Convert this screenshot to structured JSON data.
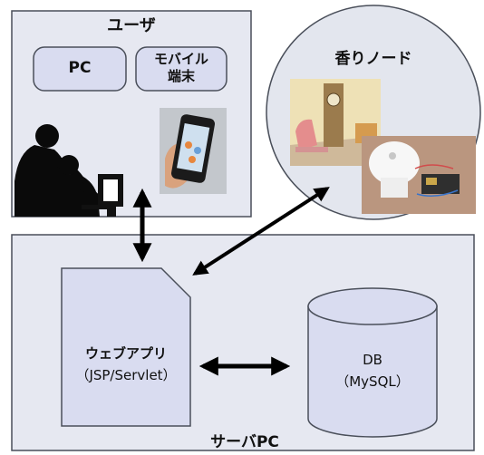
{
  "user": {
    "title": "ユーザ",
    "pc_label": "PC",
    "mobile_label_line1": "モバイル",
    "mobile_label_line2": "端末"
  },
  "aroma_node": {
    "title": "香りノード"
  },
  "server": {
    "title": "サーバPC",
    "webapp_line1": "ウェブアプリ",
    "webapp_line2": "（JSP/Servlet）",
    "db_line1": "DB",
    "db_line2": "（MySQL）"
  },
  "colors": {
    "panel_fill": "#e6e8f1",
    "panel_stroke": "#4a4f5a",
    "circle_fill": "#e3e6ee",
    "shape_fill": "#d9dcf0",
    "arrow": "#000000"
  }
}
